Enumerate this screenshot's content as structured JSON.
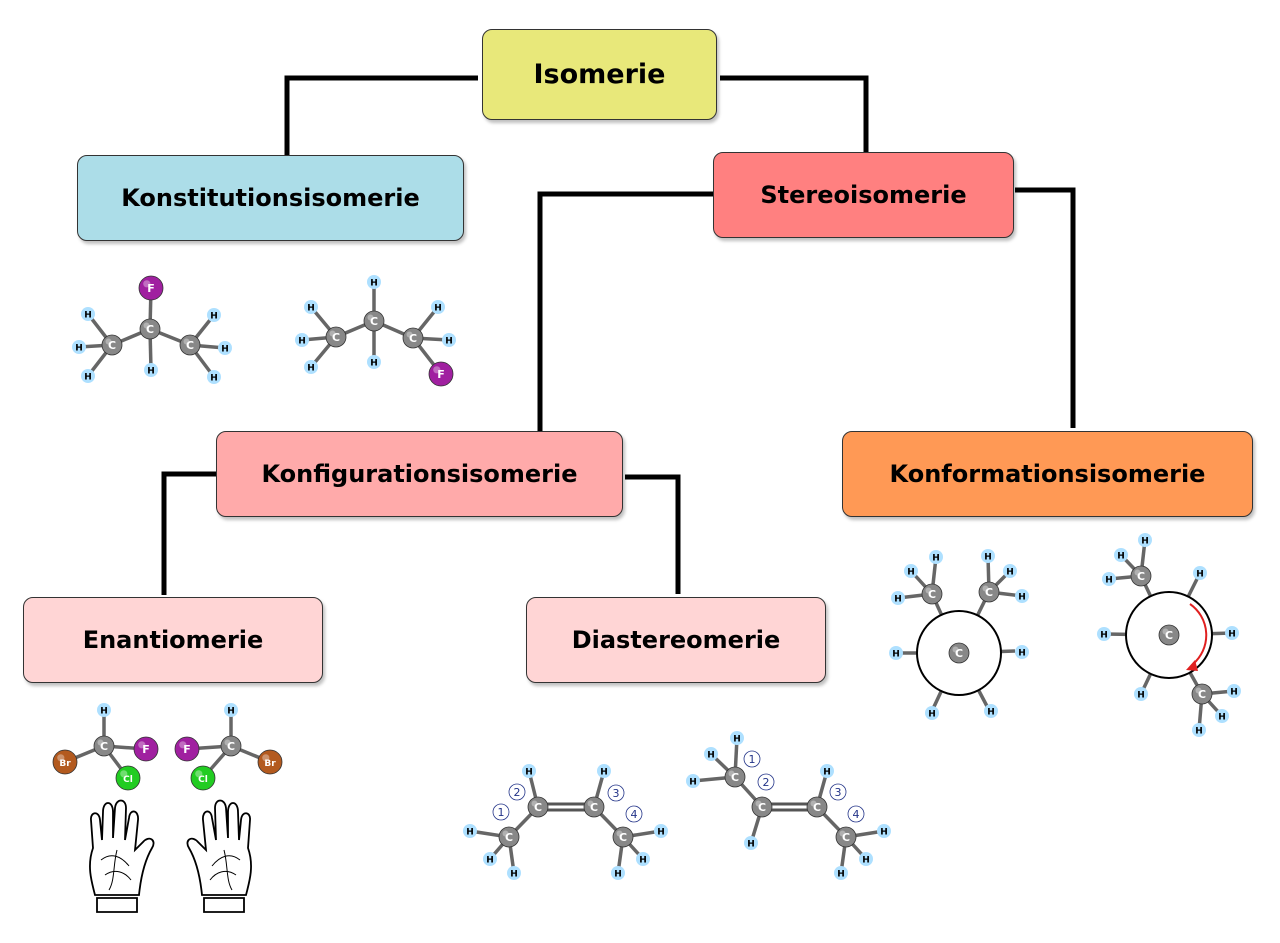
{
  "nodes": {
    "isomerie": "Isomerie",
    "konstitution": "Konstitutionsisomerie",
    "stereo": "Stereoisomerie",
    "konfiguration": "Konfigurationsisomerie",
    "konformation": "Konformationsisomerie",
    "enantiomerie": "Enantiomerie",
    "diastereomerie": "Diastereomerie"
  },
  "colors": {
    "isomerie": "#e8e87a",
    "konstitution": "#acdde8",
    "stereo": "#ff8080",
    "konfiguration": "#ffaaaa",
    "konformation": "#ff9955",
    "enantiomerie": "#ffd5d5",
    "diastereomerie": "#ffd5d5",
    "carbon": "#888888",
    "hydrogen": "#aee0ff",
    "fluorine": "#a020a0",
    "chlorine": "#22cc22",
    "bromine": "#b35a1f"
  },
  "atoms": {
    "carbon": "C",
    "hydrogen": "H",
    "fluorine": "F",
    "chlorine": "Cl",
    "bromine": "Br"
  },
  "numbers": [
    "1",
    "2",
    "3",
    "4"
  ]
}
